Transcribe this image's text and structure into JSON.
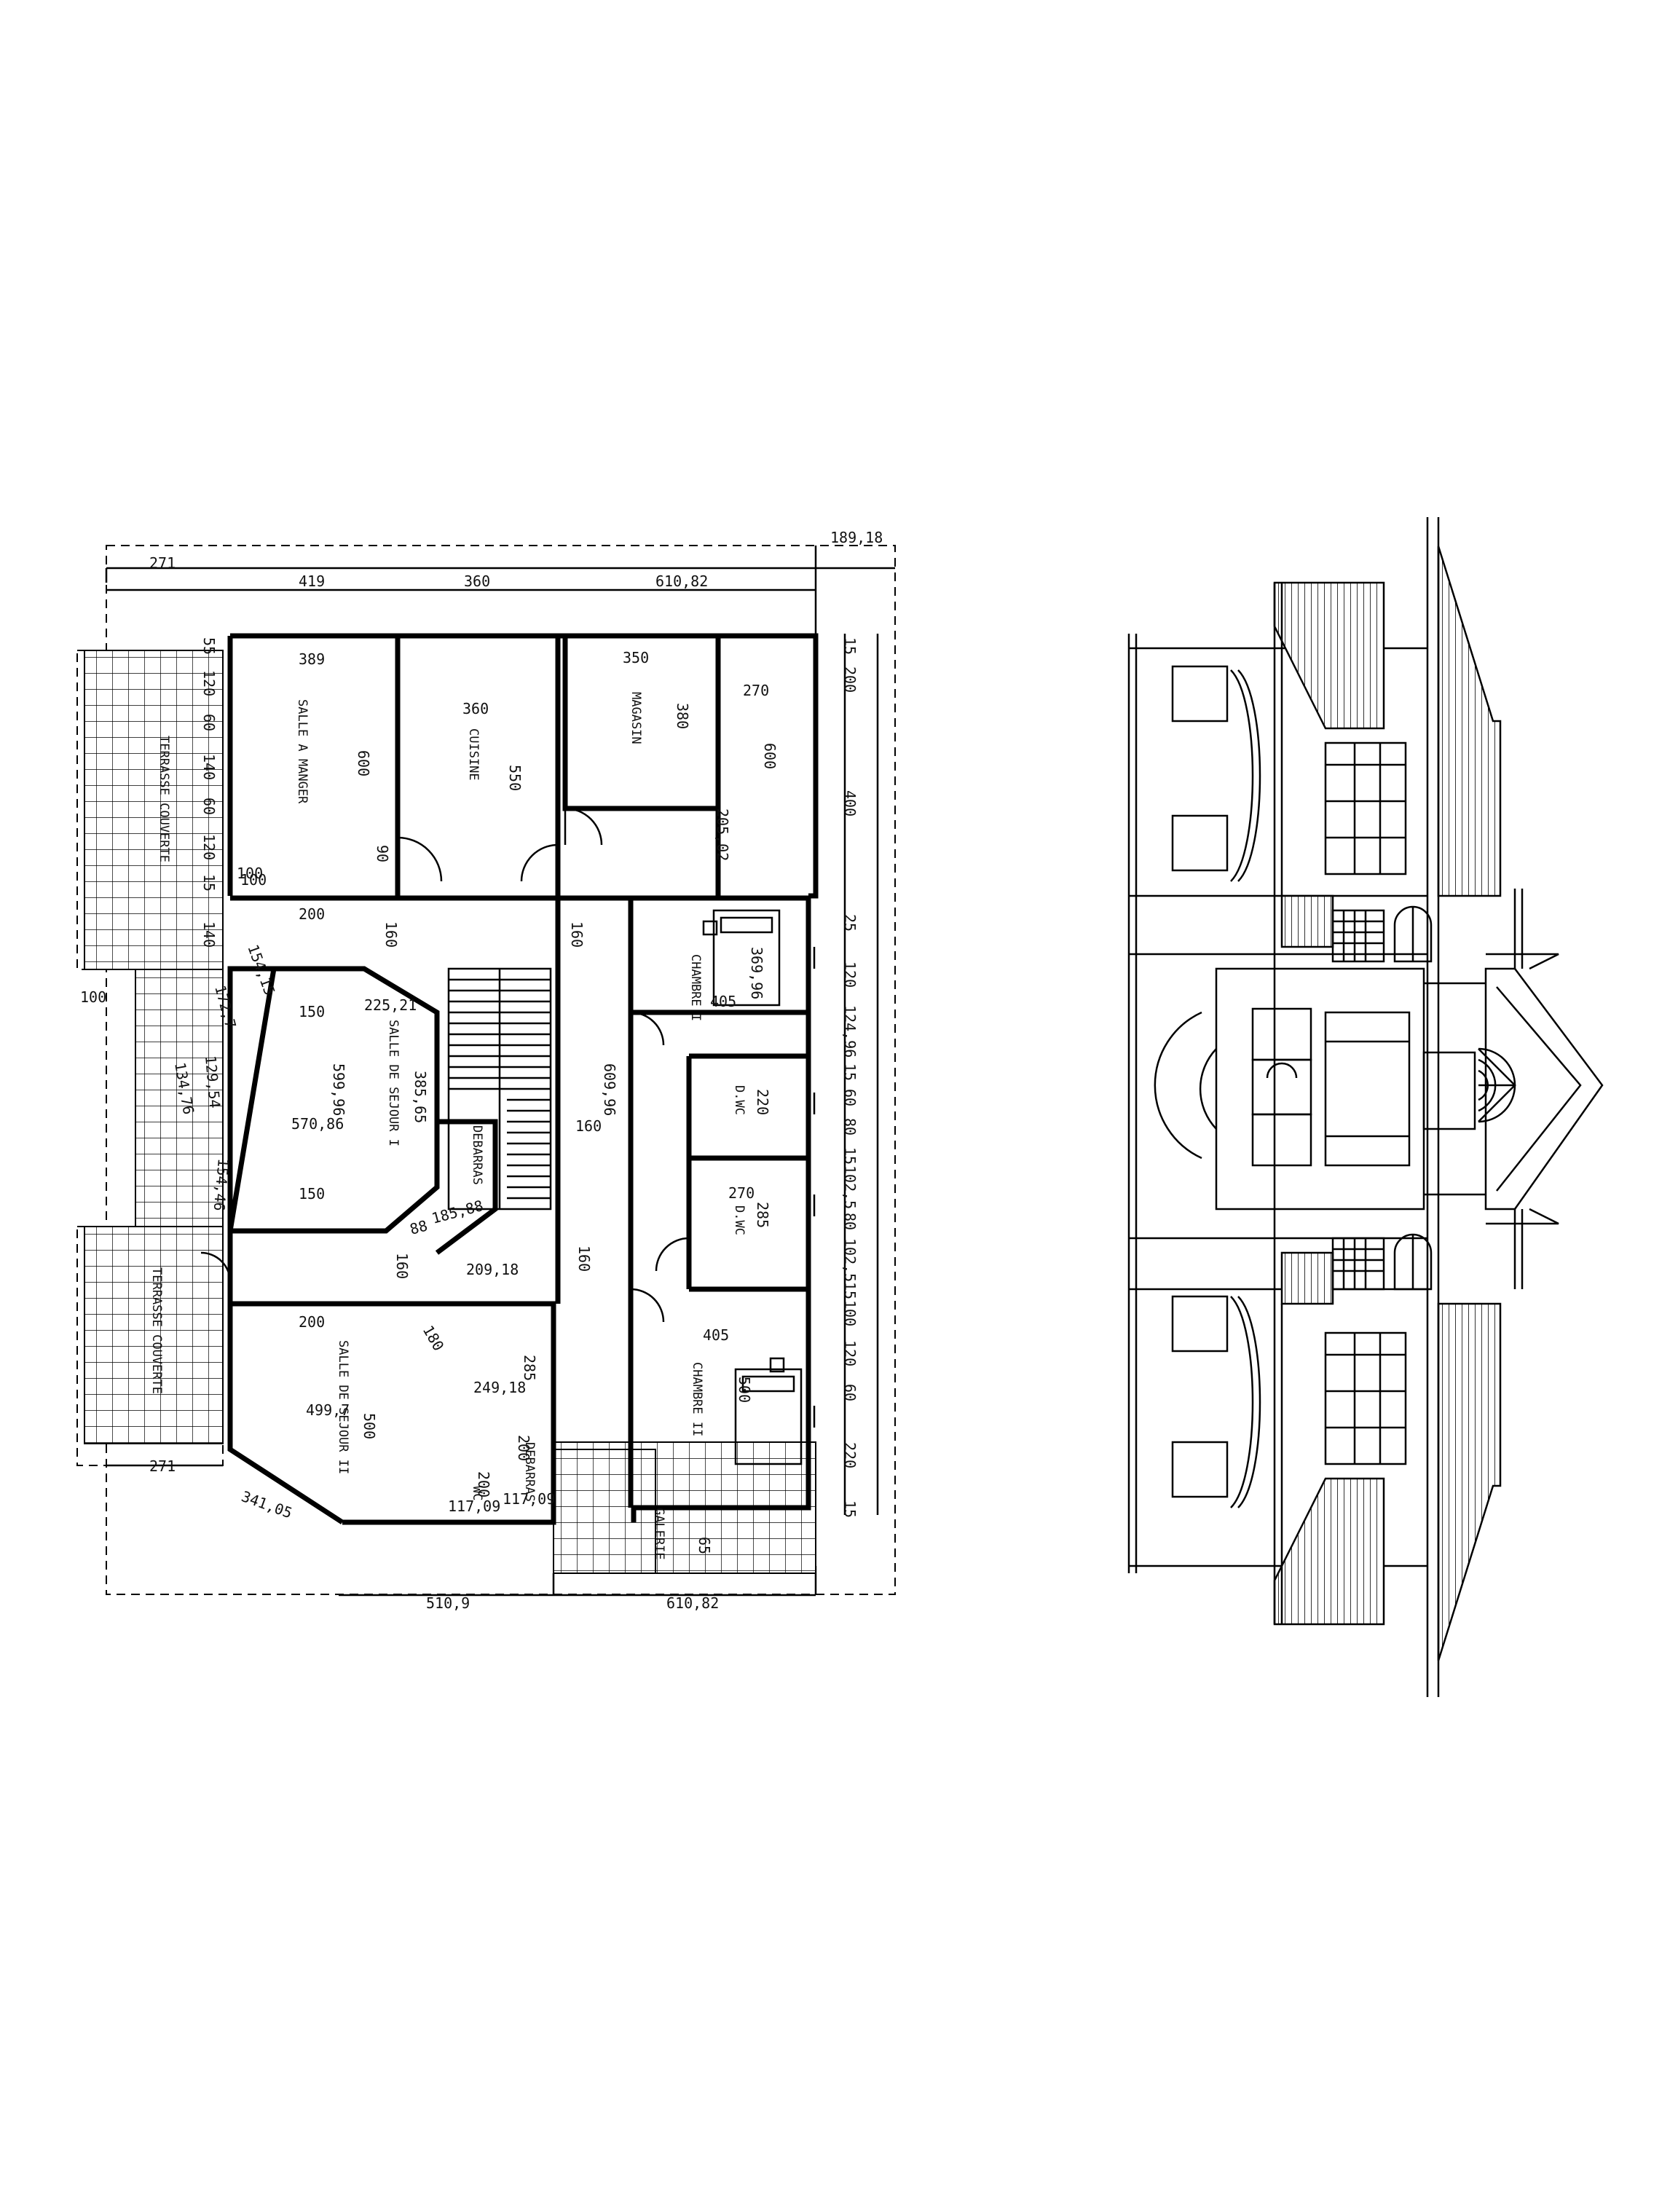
{
  "drawing": {
    "rooms": {
      "salle_a_manger": "SALLE A MANGER",
      "cuisine": "CUISINE",
      "magasin": "MAGASIN",
      "chambre_1": "CHAMBRE I",
      "salle_sejour_1": "SALLE DE SEJOUR I",
      "debarras_1": "DEBARRAS",
      "dwc_1": "D.WC",
      "dwc_2": "D.WC",
      "chambre_2": "CHAMBRE II",
      "salle_sejour_2": "SALLE DE SEJOUR II",
      "debarras_2": "DEBARRAS",
      "wc": "WC",
      "terrasse_1": "TERRASSE COUVERTE",
      "terrasse_2": "TERRASSE COUVERTE",
      "galerie": "GALERIE"
    },
    "dims_top": [
      "271",
      "419",
      "360",
      "610,82",
      "189,18"
    ],
    "dims_bottom": [
      "271",
      "341,05",
      "510,9",
      "610,82"
    ],
    "dims_right": [
      "15",
      "200",
      "400",
      "25",
      "120",
      "124,96",
      "15",
      "60",
      "80",
      "15",
      "102,5",
      "80",
      "102,5",
      "15",
      "100",
      "120",
      "60",
      "220",
      "15"
    ],
    "dims_left": [
      "55",
      "120",
      "60",
      "140",
      "60",
      "120",
      "15",
      "140",
      "100",
      "100",
      "154,15",
      "172,7",
      "129,54",
      "134,76",
      "154,46"
    ],
    "dims_interior": {
      "salle_manger_w": "389",
      "salle_manger_h": "600",
      "cuisine_w": "360",
      "cuisine_h": "550",
      "magasin_w": "350",
      "magasin_h": "380",
      "right_top_w": "270",
      "right_top_h": "600",
      "stair_w": "205,02",
      "door_90": "90",
      "d100": "100",
      "d200a": "200",
      "d160a": "160",
      "d160b": "160",
      "sejour_150a": "150",
      "sejour_225": "225,21",
      "sejour_h": "599,96",
      "sejour_385": "385,65",
      "sejour_w": "570,86",
      "sejour_150b": "150",
      "d88": "88",
      "d185": "185,88",
      "hall_h": "609,96",
      "d160c": "160",
      "d160d": "160",
      "d160e": "160",
      "chambre1_h": "369,96",
      "chambre1_w": "405",
      "dwc1_w": "220",
      "dwc2_w": "270",
      "dwc2_h": "285",
      "d209": "209,18",
      "d200b": "200",
      "d180": "180",
      "d285": "285",
      "d249": "249,18",
      "sejour2_w": "499,7",
      "sejour2_h": "500",
      "chambre2_w": "405",
      "chambre2_h": "500",
      "d117a": "117,09",
      "d200c": "200",
      "d117b": "117,09",
      "d200d": "200",
      "d65": "65"
    }
  },
  "colors": {
    "ink": "#000000",
    "paper": "#ffffff"
  }
}
